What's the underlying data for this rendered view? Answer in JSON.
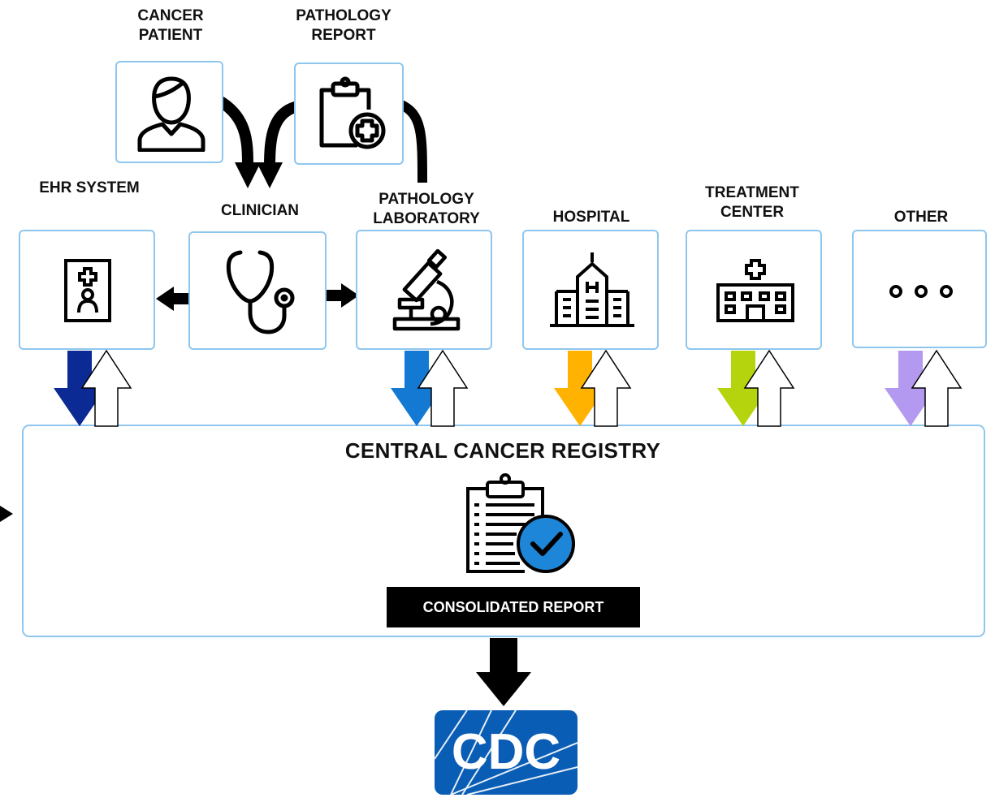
{
  "sources": {
    "cancer_patient": "CANCER\nPATIENT",
    "pathology_report": "PATHOLOGY\nREPORT"
  },
  "nodes": {
    "ehr_system": "EHR SYSTEM",
    "clinician": "CLINICIAN",
    "pathology_laboratory": "PATHOLOGY\nLABORATORY",
    "hospital": "HOSPITAL",
    "treatment_center": "TREATMENT\nCENTER",
    "other": "OTHER"
  },
  "registry": {
    "title": "CENTRAL CANCER REGISTRY",
    "report_label": "CONSOLIDATED REPORT"
  },
  "logo": {
    "text": "CDC",
    "color": "#0a5db4"
  },
  "arrow_colors": {
    "ehr": "#0b2a94",
    "pathology": "#1379d3",
    "hospital": "#ffb200",
    "treatment": "#b5d40e",
    "other": "#b39af0"
  },
  "icons": [
    "person-icon",
    "clipboard-plus-icon",
    "id-badge-icon",
    "stethoscope-icon",
    "microscope-icon",
    "hospital-building-icon",
    "clinic-building-icon",
    "ellipsis-icon",
    "checklist-clipboard-icon"
  ]
}
